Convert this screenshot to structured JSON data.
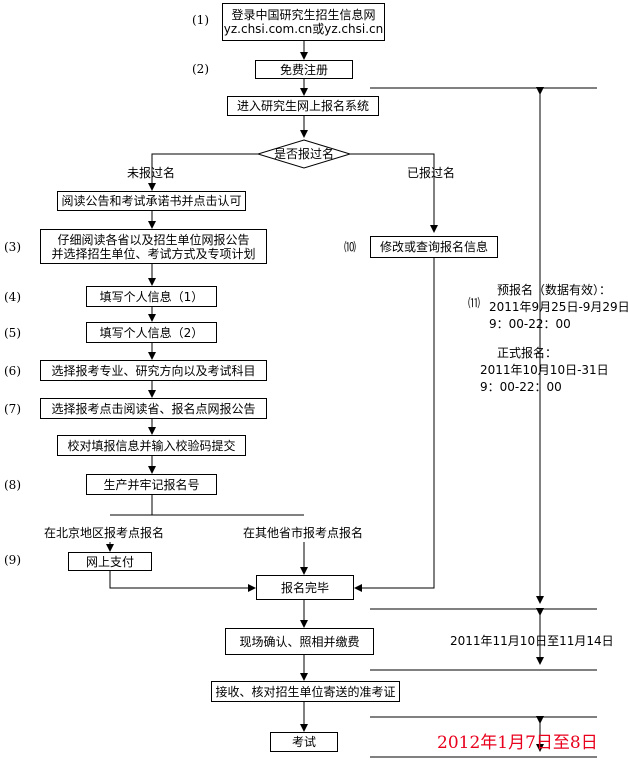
{
  "steps": {
    "s1_line1": "登录中国研究生招生信息网",
    "s1_line2": "yz.chsi.com.cn或yz.chsi.cn",
    "s2": "免费注册",
    "s_enter": "进入研究生网上报名系统",
    "decision": "是否报过名",
    "s_read": "阅读公告和考试承诺书并点击认可",
    "s3_line1": "仔细阅读各省以及招生单位网报公告",
    "s3_line2": "并选择招生单位、考试方式及专项计划",
    "s4": "填写个人信息（1）",
    "s5": "填写个人信息（2）",
    "s6": "选择报考专业、研究方向以及考试科目",
    "s7": "选择报考点击阅读省、报名点网报公告",
    "s_verify": "校对填报信息并输入校验码提交",
    "s8": "生产并牢记报名号",
    "s9": "网上支付",
    "s10": "修改或查询报名信息",
    "s_done": "报名完毕",
    "s_onsite": "现场确认、照相并缴费",
    "s_admit": "接收、核对招生单位寄送的准考证",
    "s_exam": "考试"
  },
  "branch_labels": {
    "not_registered": "未报过名",
    "registered": "已报过名",
    "beijing": "在北京地区报考点报名",
    "other": "在其他省市报考点报名"
  },
  "numbers": {
    "n1": "(1)",
    "n2": "(2)",
    "n3": "(3)",
    "n4": "(4)",
    "n5": "(5)",
    "n6": "(6)",
    "n7": "(7)",
    "n8": "(8)",
    "n9": "(9)",
    "n10": "⑽",
    "n11": "⑾"
  },
  "timeline": {
    "pre_title": "预报名（数据有效）：",
    "pre_dates": "2011年9月25日-9月29日",
    "pre_time": "9：00-22：00",
    "formal_title": "正式报名：",
    "formal_dates": "2011年10月10日-31日",
    "formal_time": "9：00-22：00",
    "confirm_dates": "2011年11月10日至11月14日",
    "exam_dates": "2012年1月7日至8日"
  },
  "colors": {
    "line": "#000000",
    "exam_date": "#e8001c"
  }
}
